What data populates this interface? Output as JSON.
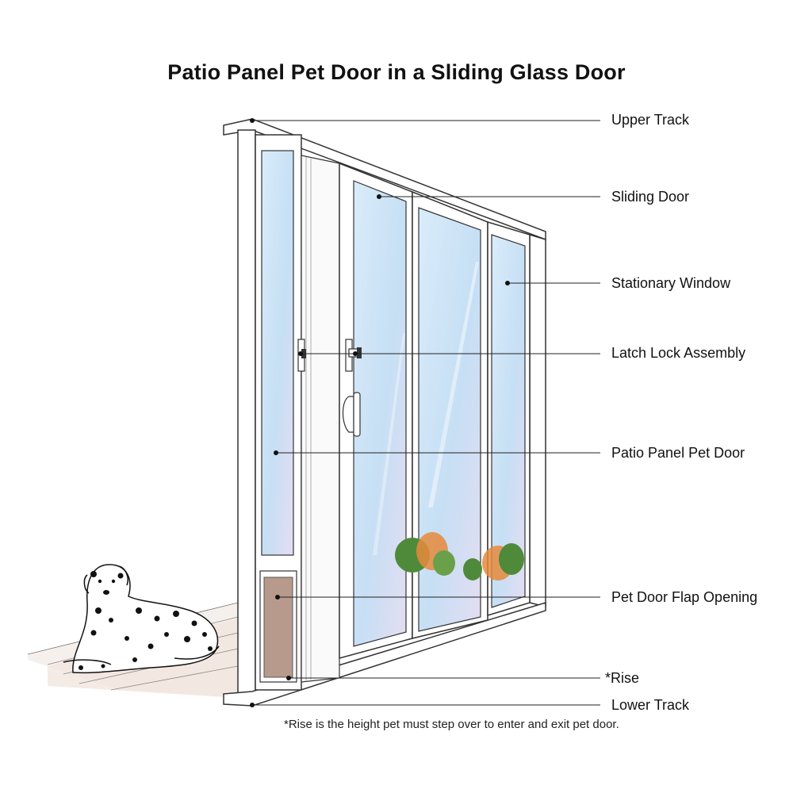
{
  "title": "Patio Panel Pet Door in a Sliding Glass Door",
  "labels": {
    "upper_track": "Upper Track",
    "sliding_door": "Sliding Door",
    "stationary_window": "Stationary Window",
    "latch_lock": "Latch Lock Assembly",
    "pet_door": "Patio Panel Pet Door",
    "flap_opening": "Pet Door Flap Opening",
    "rise": "*Rise",
    "lower_track": "Lower Track"
  },
  "footnote": "*Rise is the height pet must step over to enter and exit pet door.",
  "colors": {
    "glass": "#cfe6f7",
    "frame": "#ffffff",
    "outline": "#333333",
    "flap": "#b79a8c",
    "deck": "#c9a89a",
    "foliage_green": "#4f8a3a",
    "foliage_orange": "#e58a3c"
  }
}
